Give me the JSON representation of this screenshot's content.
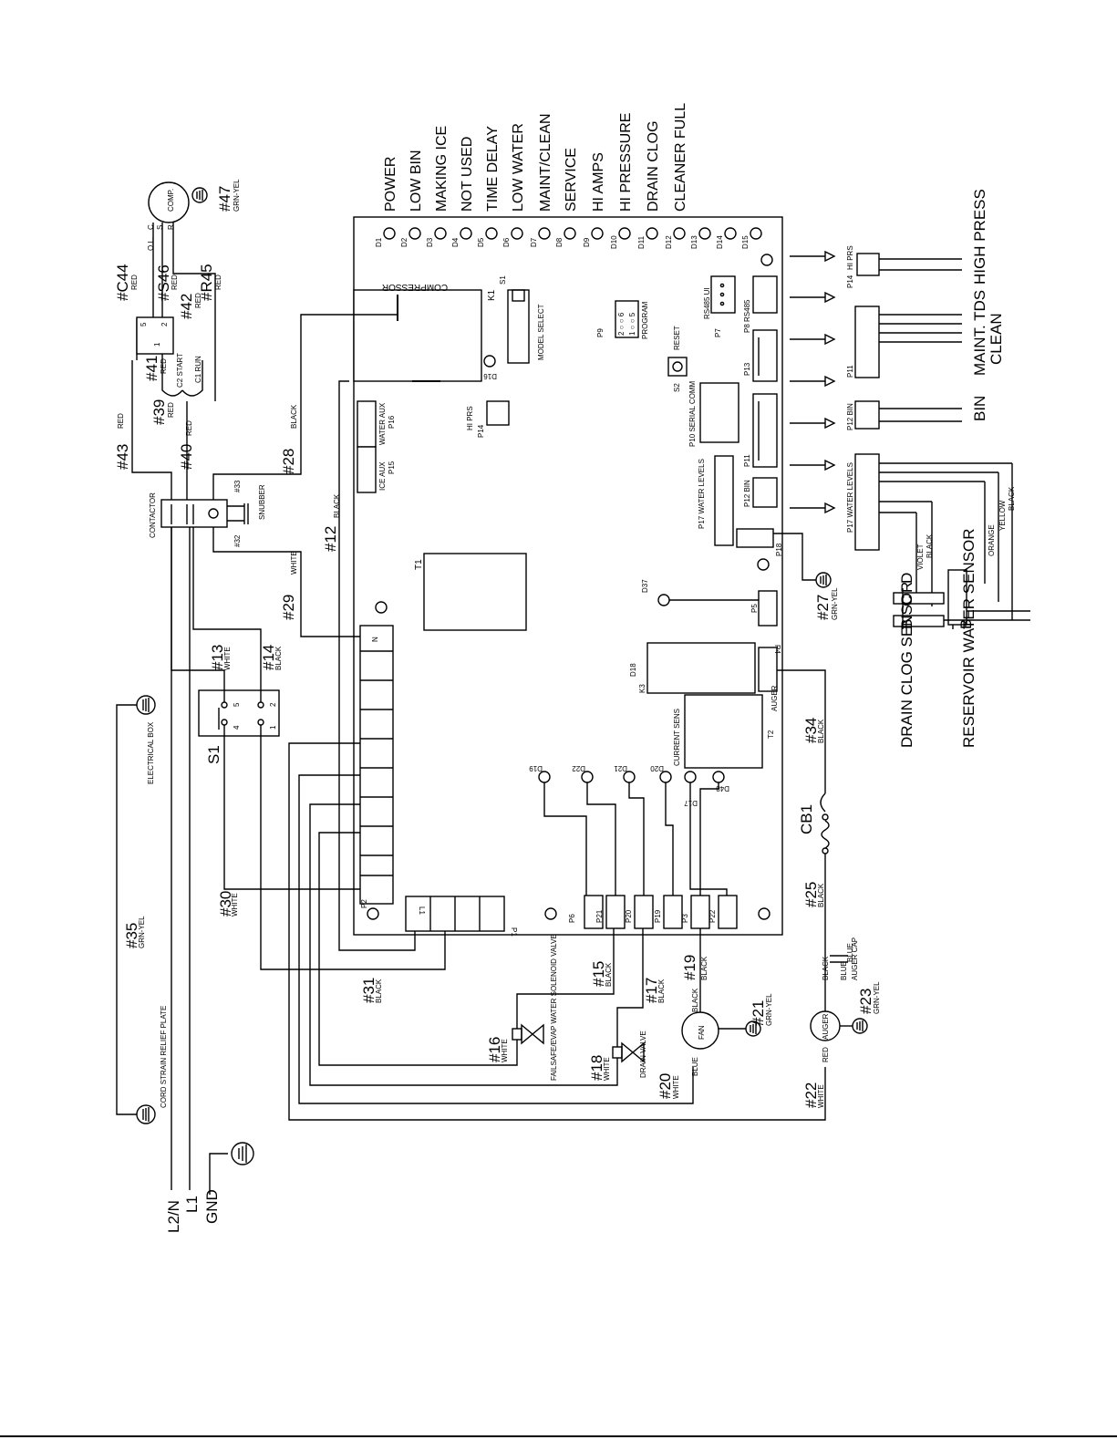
{
  "leds": {
    "labels": [
      "POWER",
      "LOW BIN",
      "MAKING ICE",
      "NOT USED",
      "TIME DELAY",
      "LOW WATER",
      "MAINT/CLEAN",
      "SERVICE",
      "HI AMPS",
      "HI PRESSURE",
      "DRAIN CLOG",
      "CLEANER FULL"
    ],
    "ids": [
      "D1",
      "D2",
      "D3",
      "D4",
      "D5",
      "D6",
      "D7",
      "D8",
      "D9",
      "D10",
      "D11",
      "D12",
      "D13",
      "D14",
      "D15"
    ]
  },
  "board": {
    "compressor": "COMPRESSOR",
    "k1": "K1",
    "s1": "S1",
    "model_select": "MODEL SELECT",
    "d16": "D16",
    "p9": "P9",
    "program": "PROGRAM",
    "program_pins_top": "2 ○ ○ 6",
    "program_pins_bottom": "1 ○ ○ 5",
    "reset": "RESET",
    "s2": "S2",
    "rs485_ui": "RS485 UI",
    "p7": "P7",
    "p8_rs485": "P8 RS485",
    "p13": "P13",
    "p10_serial_comm": "P10 SERIAL COMM",
    "p11": "P11",
    "p12_bin": "P12 BIN",
    "p17_water_levels": "P17 WATER LEVELS",
    "p18": "P18",
    "water_aux": "WATER AUX",
    "p16": "P16",
    "ice_aux": "ICE AUX",
    "p15": "P15",
    "hi_prs": "HI PRS",
    "p14": "P14",
    "t1": "T1",
    "d37": "D37",
    "p5": "P5",
    "d18": "D18",
    "k3": "K3",
    "p4": "P4",
    "auger": "AUGER",
    "current_sens": "CURRENT SENS",
    "t2": "T2",
    "d19": "D19",
    "d22": "D22",
    "d21": "D21",
    "d20": "D20",
    "d17": "D17",
    "d48": "D48",
    "p6": "P6",
    "p21": "P21",
    "p20": "P20",
    "p19": "P19",
    "p3": "P3",
    "p22": "P22",
    "p1": "P1",
    "p2": "P2",
    "n": "N",
    "l1": "L1"
  },
  "external_connectors": {
    "p14_hi_prs": "HI PRS",
    "p14": "P14",
    "high_press": "HIGH PRESS",
    "p11": "P11",
    "maint_tds": "MAINT. TDS",
    "clean": "CLEAN",
    "p12_bin": "P12 BIN",
    "bin": "BIN",
    "p17_water_levels": "P17 WATER LEVELS",
    "violet": "VIOLET",
    "black": "BLACK",
    "orange": "ORANGE",
    "yellow": "YELLOW",
    "sensor_letters": [
      "B",
      "C",
      "D",
      "B"
    ],
    "drain_clog_sensor": "DRAIN CLOG SENSOR",
    "reservoir_water_sensor": "RESERVOIR WATER SENSOR"
  },
  "wires": {
    "c44": "#C44",
    "s46": "#S46",
    "r45": "#R45",
    "red": "RED",
    "comp": "COMP.",
    "ol": "O.L.",
    "c": "C",
    "s": "S",
    "r": "R",
    "w47": "#47",
    "grn_yel": "GRN-YEL",
    "w42": "#42",
    "w41": "#41",
    "w39": "#39",
    "w43": "#43",
    "w40": "#40",
    "c2_start": "C2 START",
    "c1_run": "C1 RUN",
    "w28": "#28",
    "w12": "#12",
    "w29": "#29",
    "w13": "#13",
    "w14": "#14",
    "w30": "#30",
    "w31": "#31",
    "w35": "#35",
    "w15": "#15",
    "w16": "#16",
    "w17": "#17",
    "w18": "#18",
    "w19": "#19",
    "w20": "#20",
    "w21": "#21",
    "w22": "#22",
    "w23": "#23",
    "w25": "#25",
    "w27": "#27",
    "w34": "#34",
    "black": "BLACK",
    "white": "WHITE",
    "blue": "BLUE",
    "contactor": "CONTACTOR",
    "snubber": "SNUBBER",
    "p33": "#33",
    "p32": "#32",
    "s1_switch": "S1",
    "electrical_box": "ELECTRICAL BOX",
    "cord_strain": "CORD STRAIN RELIEF PLATE",
    "solenoid": "FAILSAFE/EVAP WATER SOLENOID VALVE",
    "drain_valve": "DRAIN VALVE",
    "fan": "FAN",
    "auger": "AUGER",
    "auger_cap": "AUGER CAP",
    "cb1": "CB1",
    "sw_pins": [
      "5",
      "2",
      "4",
      "1"
    ],
    "relay_pins": [
      "5",
      "2",
      "1"
    ]
  },
  "power": {
    "l2n": "L2/N",
    "l1": "L1",
    "gnd": "GND"
  }
}
